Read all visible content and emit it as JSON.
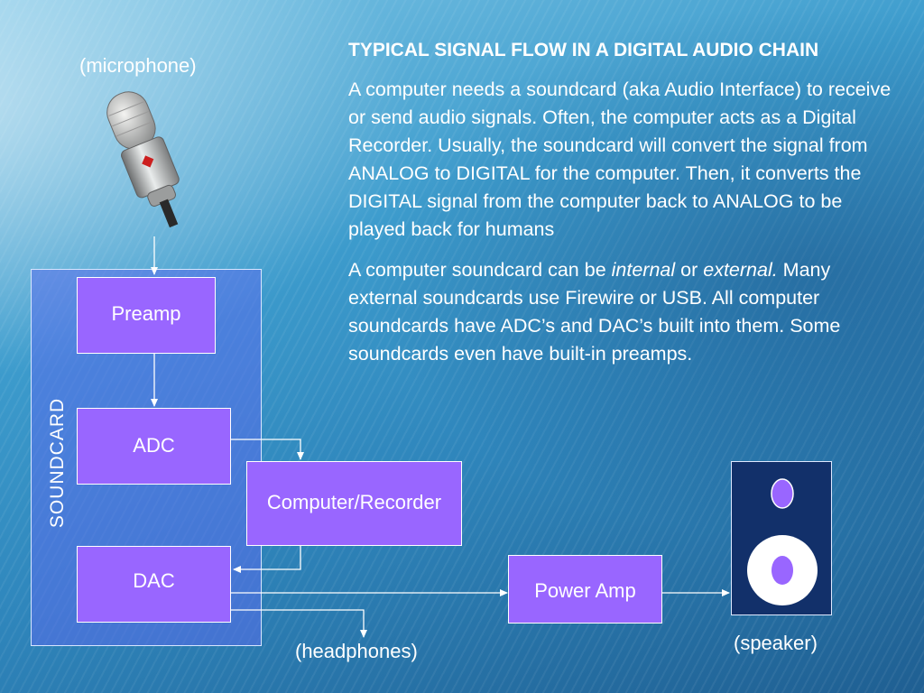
{
  "labels": {
    "microphone": "(microphone)",
    "headphones": "(headphones)",
    "speaker": "(speaker)",
    "soundcard": "SOUNDCARD"
  },
  "boxes": {
    "preamp": "Preamp",
    "adc": "ADC",
    "computer": "Computer/Recorder",
    "dac": "DAC",
    "power_amp": "Power Amp"
  },
  "text": {
    "heading": "TYPICAL SIGNAL FLOW IN A DIGITAL AUDIO CHAIN",
    "para1": "A computer needs a soundcard (aka Audio Interface) to receive or send audio signals. Often, the computer acts as a Digital Recorder.  Usually, the soundcard will convert the signal from ANALOG to DIGITAL for the computer.  Then, it converts the DIGITAL signal from the computer back to ANALOG to be played back for humans",
    "para2_a": "A computer soundcard can be ",
    "para2_internal": "internal",
    "para2_or": "  or ",
    "para2_external": "external.",
    "para2_b": " Many external soundcards use Firewire or USB.  All computer soundcards have ADC’s and DAC’s built into them.  Some soundcards even have built-in preamps."
  },
  "colors": {
    "box_fill": "#9966ff",
    "soundcard_fill": "#5a6eeb",
    "speaker_fill": "#12306a",
    "speaker_cone": "#ffffff"
  }
}
